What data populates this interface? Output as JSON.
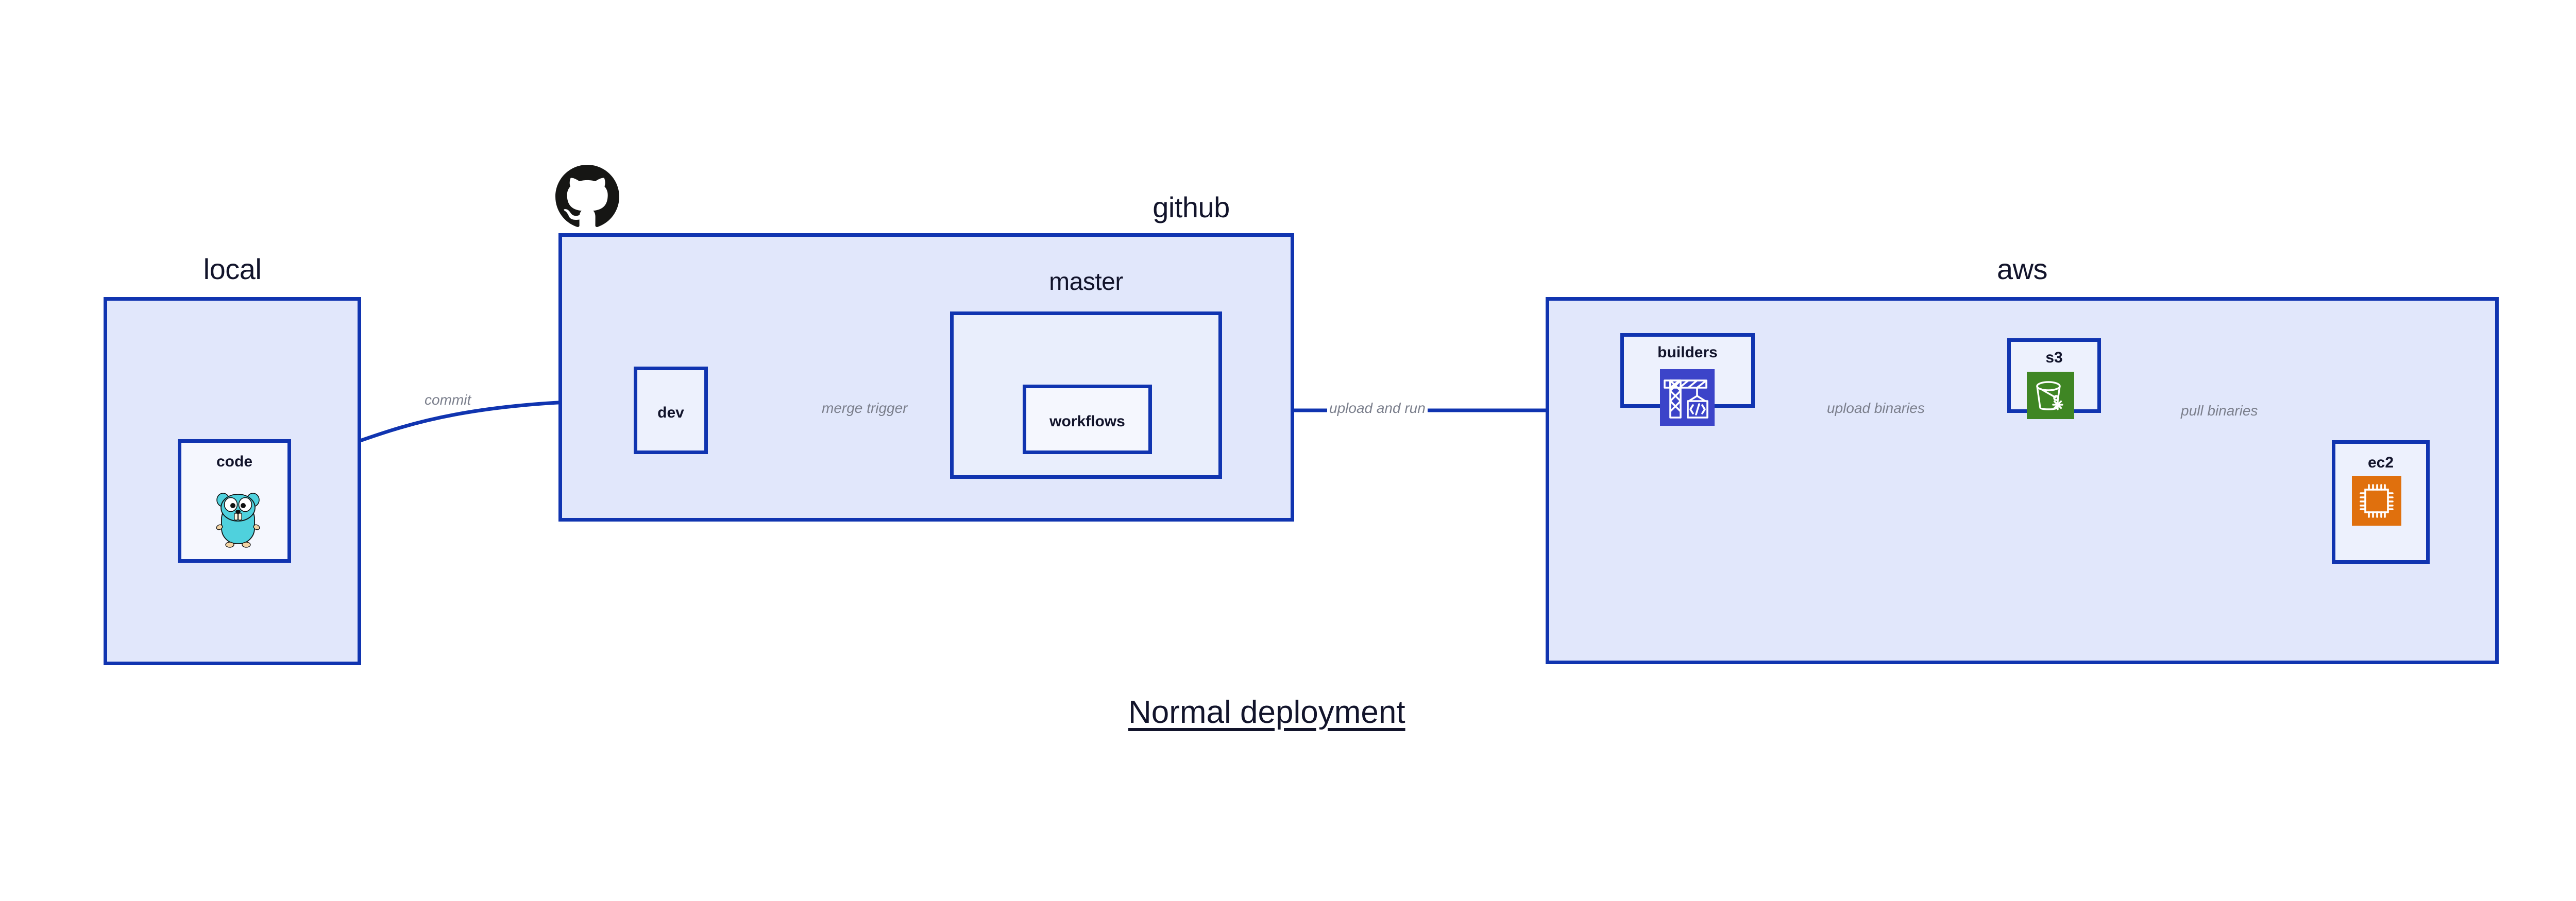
{
  "diagram": {
    "title": "Normal deployment",
    "colors": {
      "group_fill": "#e1e7fb",
      "node_fill": "#edf1fd",
      "border": "#1034b0",
      "edge": "#1034b0",
      "edge_label": "#7b7f8c",
      "text": "#12142b",
      "s3_icon": "#3f8624",
      "ec2_icon": "#e0700d",
      "builders_icon": "#3c44c9",
      "gopher": "#4fd1dd",
      "github_logo": "#161614"
    },
    "groups": [
      {
        "id": "local",
        "label": "local"
      },
      {
        "id": "github",
        "label": "github"
      },
      {
        "id": "master",
        "label": "master"
      },
      {
        "id": "aws",
        "label": "aws"
      }
    ],
    "nodes": [
      {
        "id": "code",
        "label": "code",
        "icon": "go-gopher-icon"
      },
      {
        "id": "dev",
        "label": "dev",
        "icon": "none"
      },
      {
        "id": "workflows",
        "label": "workflows",
        "icon": "none"
      },
      {
        "id": "builders",
        "label": "builders",
        "icon": "aws-codebuild-crane-icon"
      },
      {
        "id": "s3",
        "label": "s3",
        "icon": "aws-s3-bucket-icon"
      },
      {
        "id": "ec2",
        "label": "ec2",
        "icon": "aws-ec2-chip-icon"
      }
    ],
    "edges": [
      {
        "id": "code-to-dev",
        "from": "code",
        "to": "dev",
        "label": "commit"
      },
      {
        "id": "dev-to-workflows",
        "from": "dev",
        "to": "workflows",
        "label": "merge trigger"
      },
      {
        "id": "workflows-to-builders",
        "from": "workflows",
        "to": "builders",
        "label": "upload and run"
      },
      {
        "id": "builders-to-s3",
        "from": "builders",
        "to": "s3",
        "label": "upload binaries"
      },
      {
        "id": "s3-to-ec2",
        "from": "s3",
        "to": "ec2",
        "label": "pull binaries"
      }
    ],
    "logos": [
      {
        "id": "github-logo",
        "name": "github-octocat-logo"
      }
    ]
  }
}
